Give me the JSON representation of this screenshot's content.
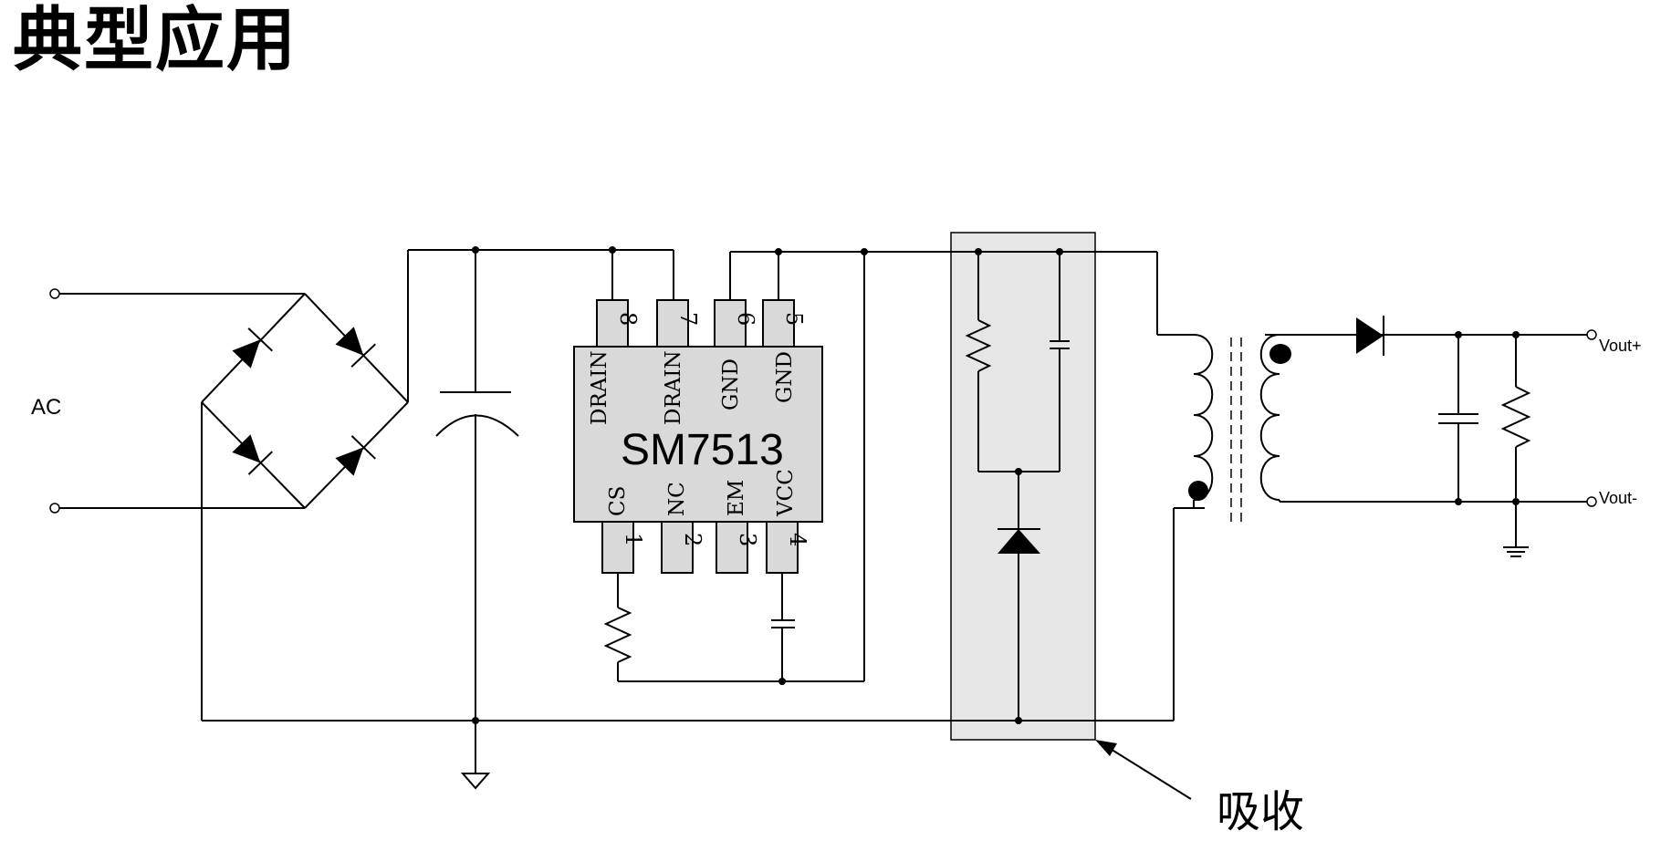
{
  "title": "典型应用",
  "chip": {
    "name": "SM7513",
    "pins_top": [
      {
        "num": "8",
        "name": "DRAIN"
      },
      {
        "num": "7",
        "name": "DRAIN"
      },
      {
        "num": "6",
        "name": "GND"
      },
      {
        "num": "5",
        "name": "GND"
      }
    ],
    "pins_bottom": [
      {
        "num": "1",
        "name": "CS"
      },
      {
        "num": "2",
        "name": "NC"
      },
      {
        "num": "3",
        "name": "EM"
      },
      {
        "num": "4",
        "name": "VCC"
      }
    ]
  },
  "labels": {
    "ac": "AC",
    "vout_pos": "Vout+",
    "vout_neg": "Vout-",
    "snubber": "吸收"
  },
  "colors": {
    "chip_fill": "#d9d9d9",
    "snubber_fill": "#e6e6e6",
    "wire": "#000000"
  }
}
